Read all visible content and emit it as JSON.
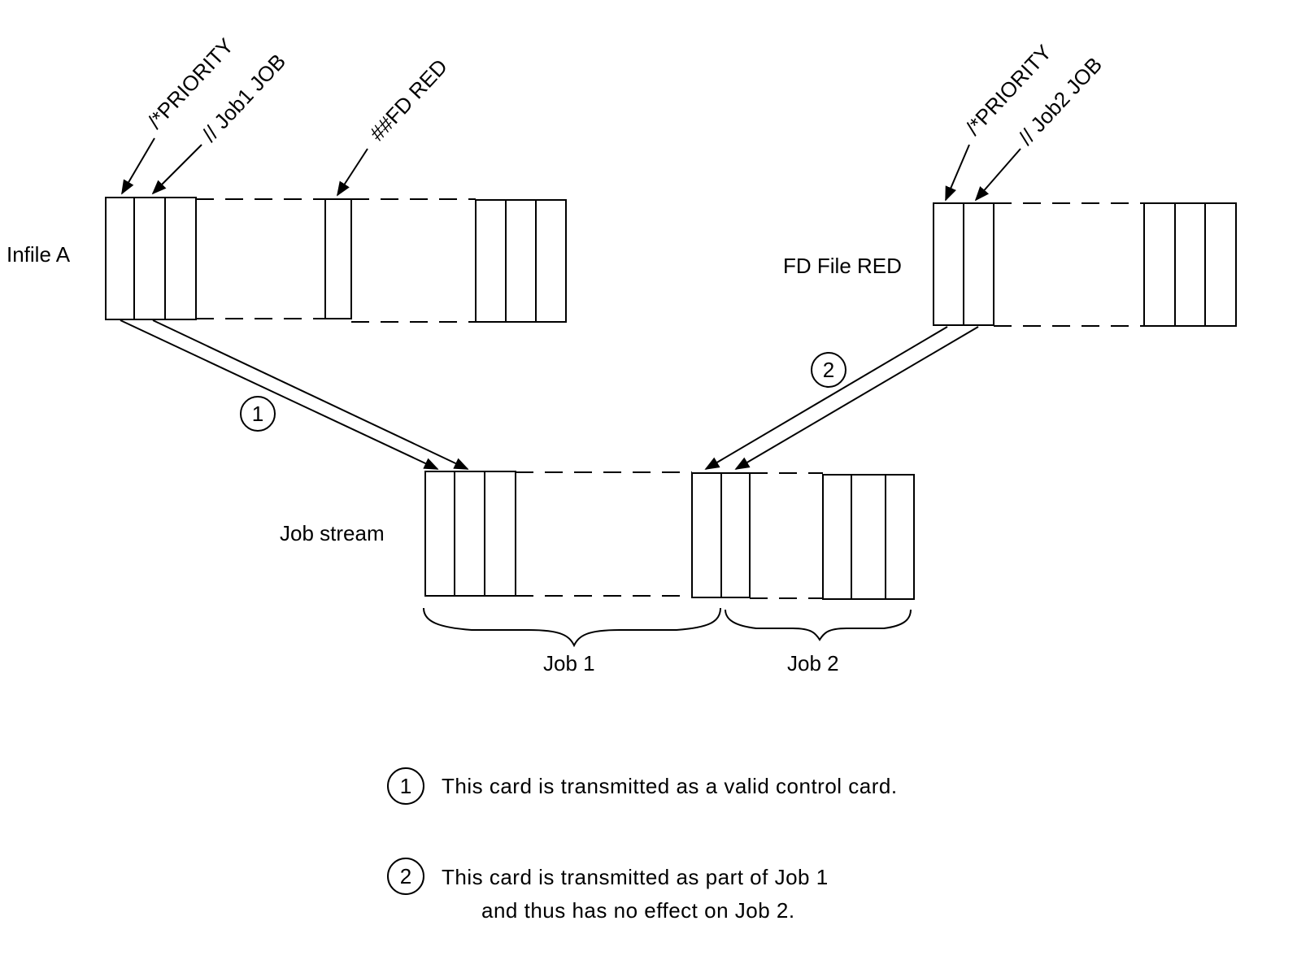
{
  "labels": {
    "infile": "Infile A",
    "fdfile": "FD File RED",
    "jobstream": "Job stream",
    "job1": "Job 1",
    "job2": "Job 2"
  },
  "pointers": {
    "priority_a": "/*PRIORITY",
    "job1_card": "// Job1 JOB",
    "fd_red": "##FD RED",
    "priority_b": "/*PRIORITY",
    "job2_card": "// Job2 JOB"
  },
  "markers": {
    "one": "1",
    "two": "2"
  },
  "notes": {
    "note1": "This card is transmitted as a valid control card.",
    "note2_line1": "This card is transmitted as part of Job 1",
    "note2_line2": "and thus has no effect on Job 2."
  }
}
